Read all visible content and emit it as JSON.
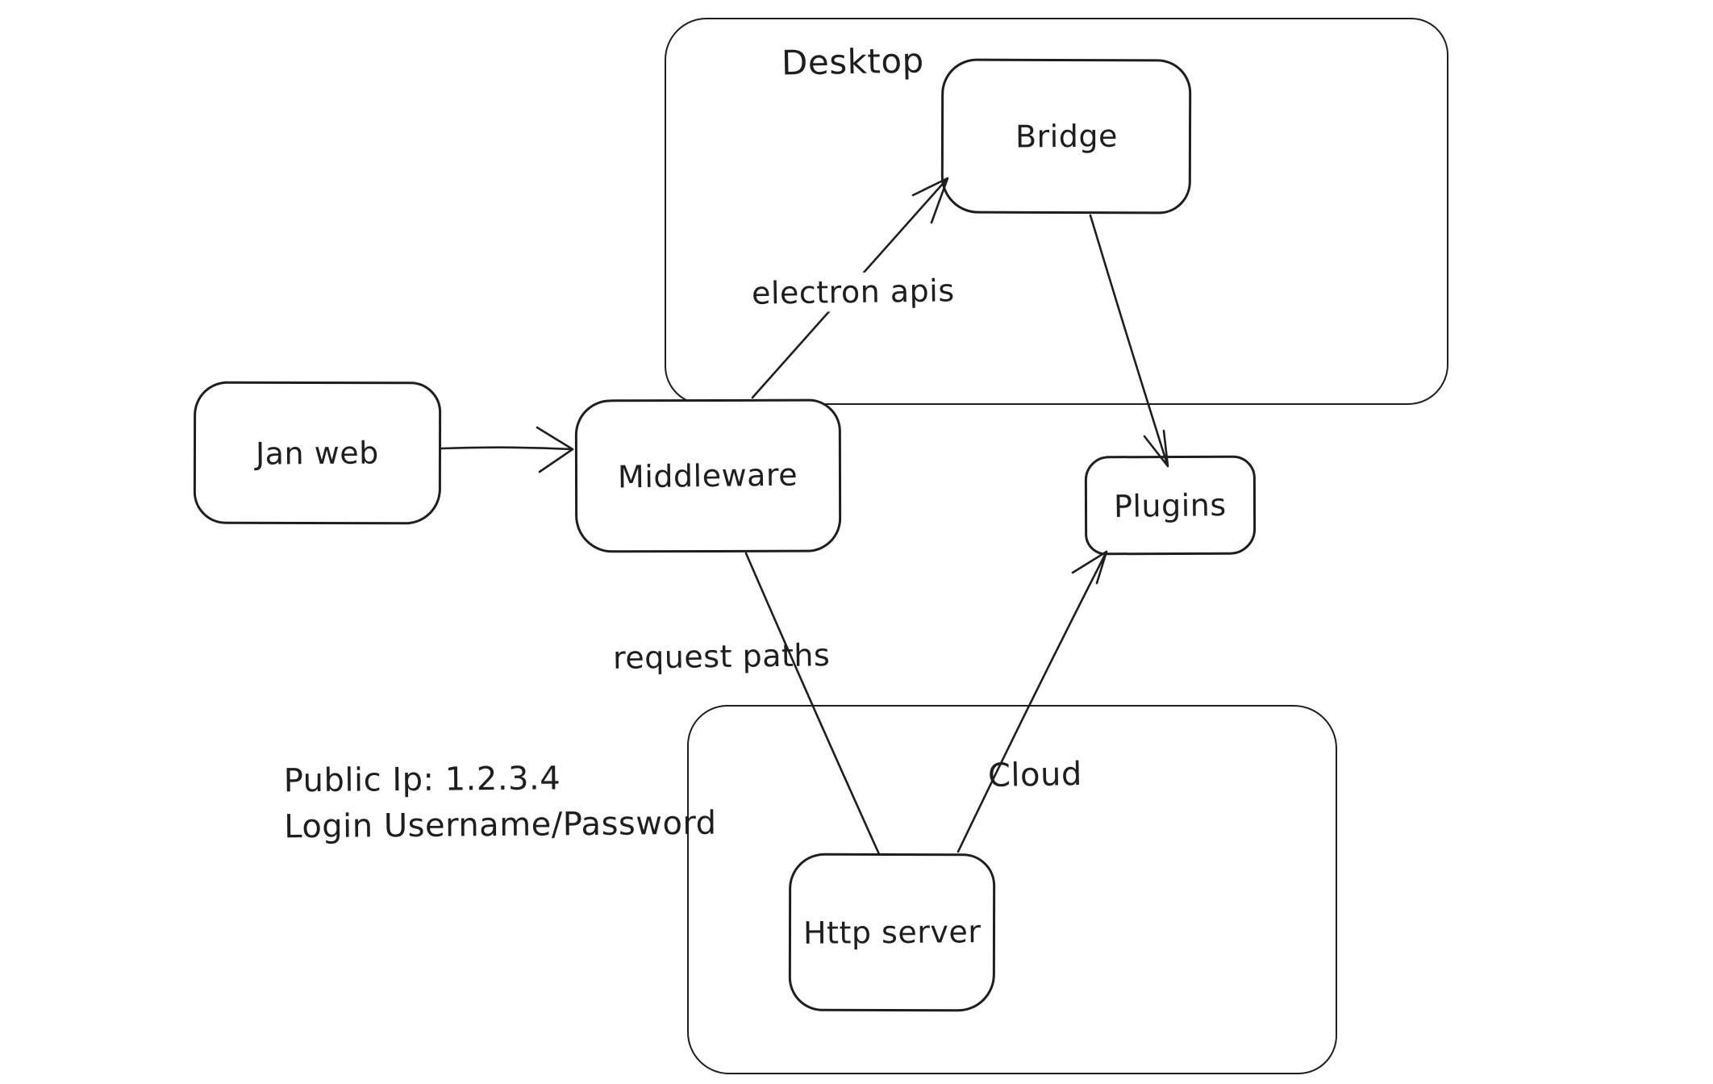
{
  "canvas": {
    "background": "#ffffff",
    "stroke_color": "#1e1e1e"
  },
  "containers": {
    "desktop": {
      "label": "Desktop"
    },
    "cloud": {
      "label": "Cloud"
    }
  },
  "nodes": {
    "jan_web": {
      "label": "Jan web"
    },
    "middleware": {
      "label": "Middleware"
    },
    "bridge": {
      "label": "Bridge"
    },
    "plugins": {
      "label": "Plugins"
    },
    "http_server": {
      "label": "Http server"
    }
  },
  "edge_labels": {
    "electron_apis": "electron apis",
    "request_paths": "request paths"
  },
  "notes": {
    "line1": "Public Ip: 1.2.3.4",
    "line2": "Login Username/Password"
  }
}
